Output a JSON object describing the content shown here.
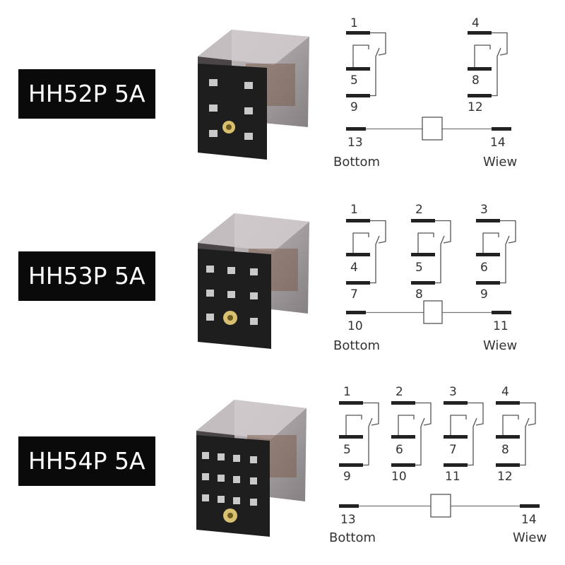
{
  "models": [
    {
      "label": "HH52P 5A",
      "groups": [
        [
          "1",
          "5",
          "9"
        ],
        [
          "4",
          "8",
          "12"
        ]
      ],
      "coil": [
        "13",
        "14"
      ],
      "captions": [
        "Bottom",
        "Wiew"
      ]
    },
    {
      "label": "HH53P 5A",
      "groups": [
        [
          "1",
          "4",
          "7"
        ],
        [
          "2",
          "5",
          "8"
        ],
        [
          "3",
          "6",
          "9"
        ]
      ],
      "coil": [
        "10",
        "11"
      ],
      "captions": [
        "Bottom",
        "Wiew"
      ]
    },
    {
      "label": "HH54P 5A",
      "groups": [
        [
          "1",
          "5",
          "9"
        ],
        [
          "2",
          "6",
          "10"
        ],
        [
          "3",
          "7",
          "11"
        ],
        [
          "4",
          "8",
          "12"
        ]
      ],
      "coil": [
        "13",
        "14"
      ],
      "captions": [
        "Bottom",
        "Wiew"
      ]
    }
  ],
  "colors": {
    "label_bg": "#0a0a0a",
    "label_text": "#ffffff",
    "pin": "#222222",
    "wire": "#555555",
    "relay_body": "#2a2a2a"
  }
}
